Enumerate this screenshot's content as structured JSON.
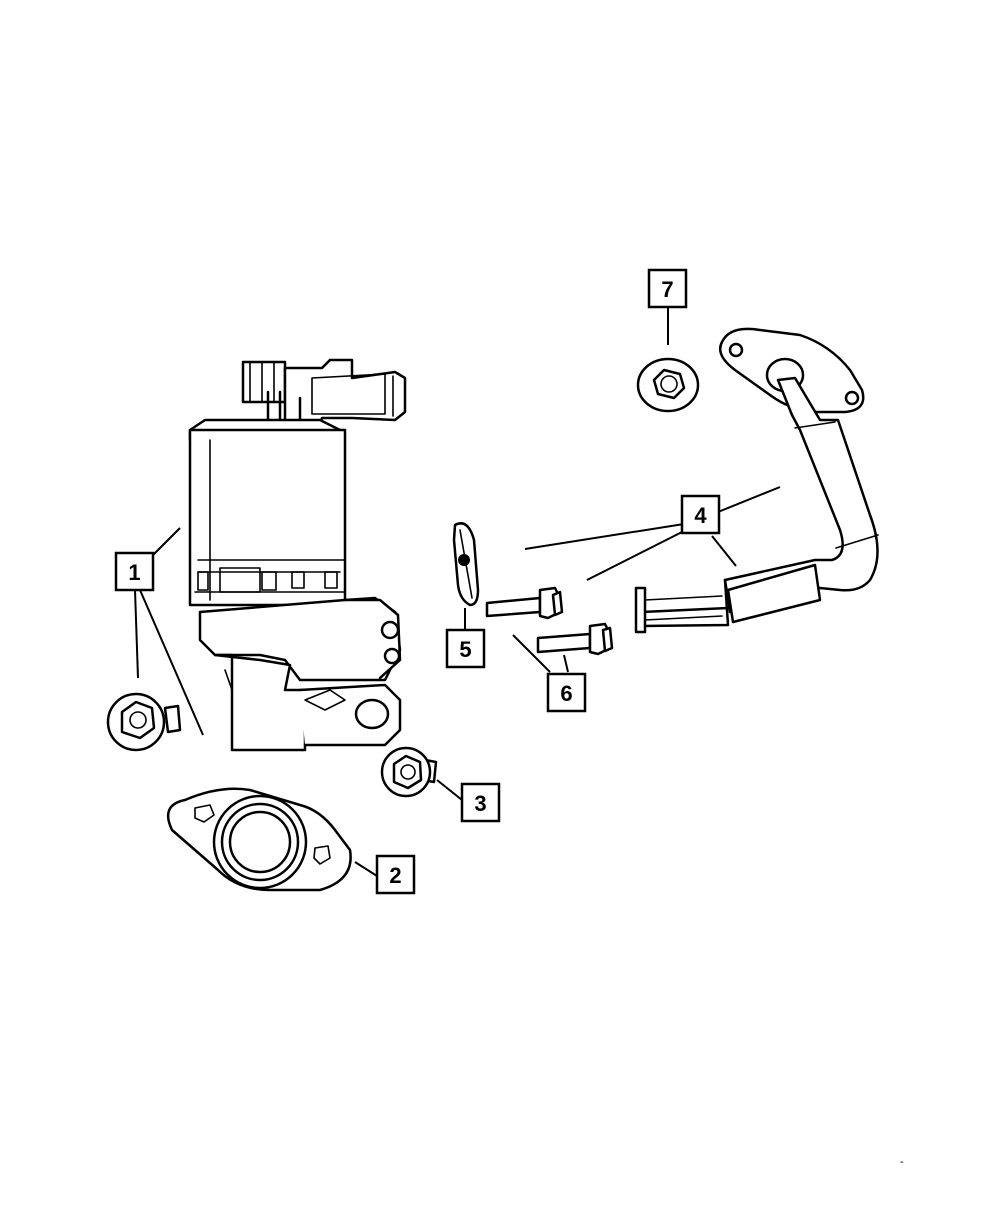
{
  "callouts": [
    {
      "id": "1",
      "label": "1"
    },
    {
      "id": "2",
      "label": "2"
    },
    {
      "id": "3",
      "label": "3"
    },
    {
      "id": "4",
      "label": "4"
    },
    {
      "id": "5",
      "label": "5"
    },
    {
      "id": "6",
      "label": "6"
    },
    {
      "id": "7",
      "label": "7"
    }
  ],
  "footer_mark": "-"
}
